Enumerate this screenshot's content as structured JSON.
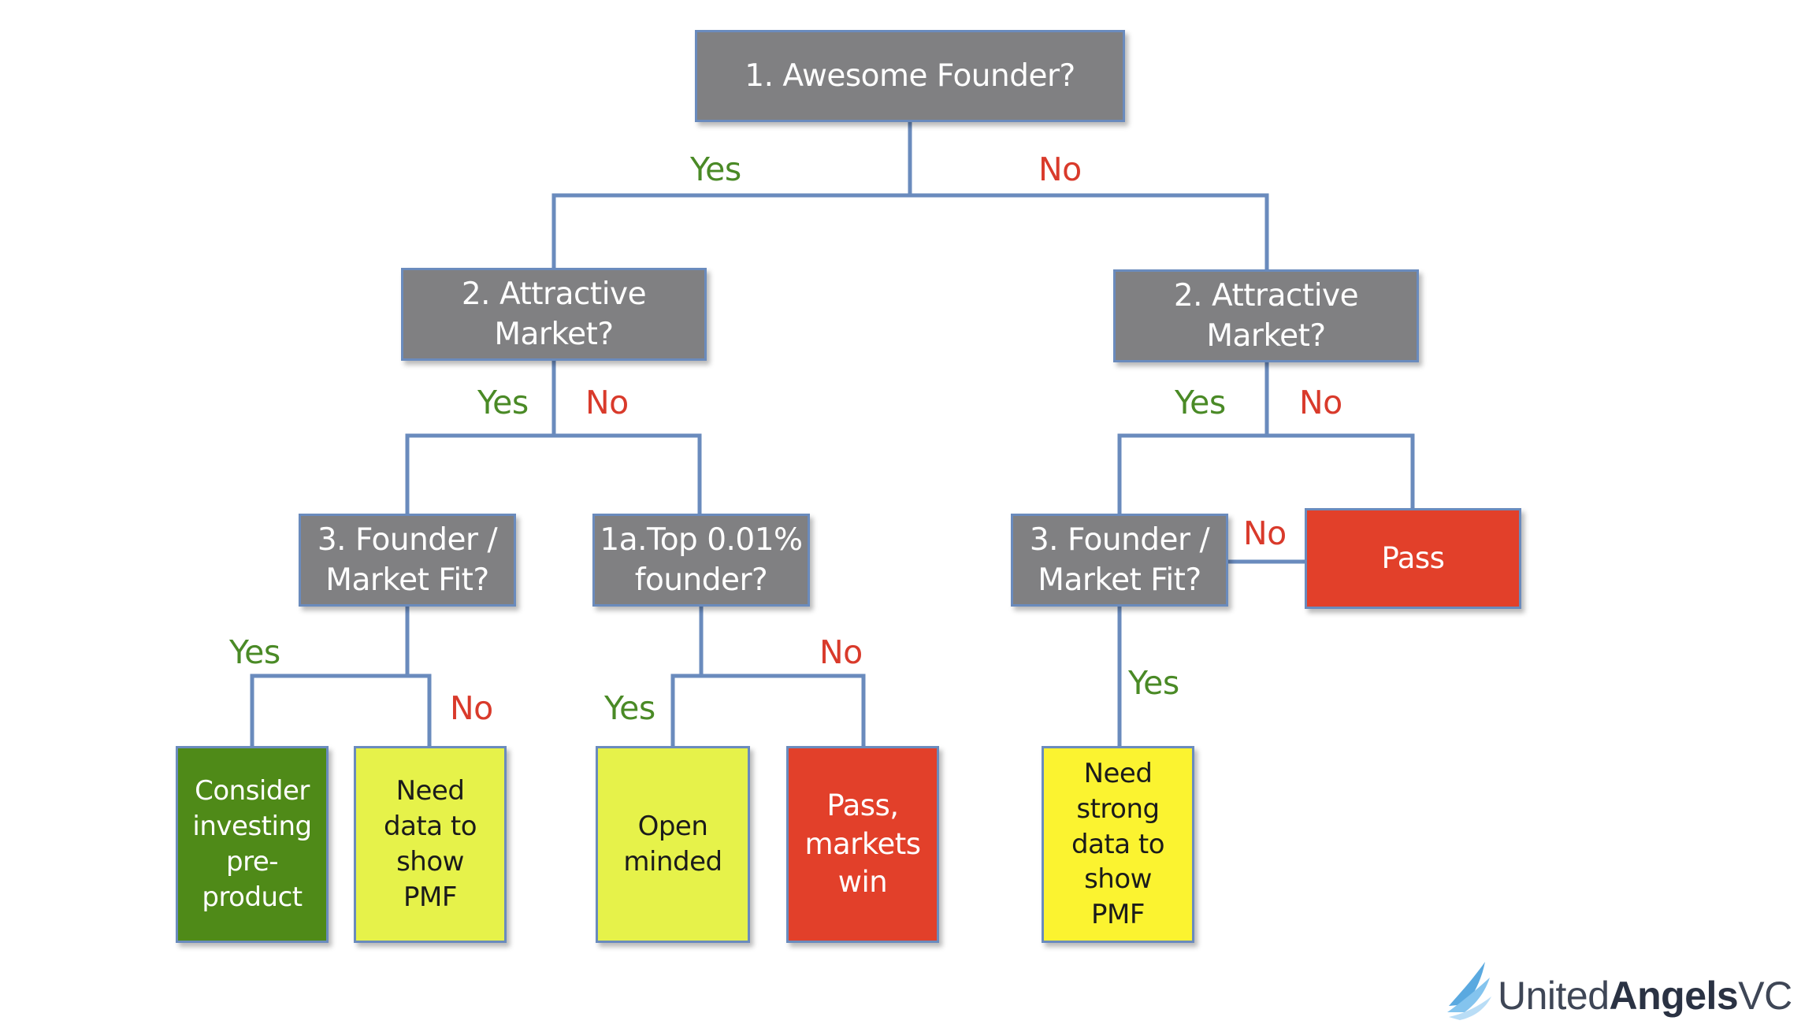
{
  "nodes": {
    "root": "1. Awesome Founder?",
    "market_left": "2. Attractive\nMarket?",
    "market_right": "2. Attractive\nMarket?",
    "fit_left": "3. Founder /\nMarket Fit?",
    "top_founder": "1a.Top 0.01%\nfounder?",
    "fit_right": "3. Founder /\nMarket Fit?",
    "pass_top": "Pass",
    "consider": "Consider\ninvesting\npre-\nproduct",
    "need_data": "Need\ndata to\nshow\nPMF",
    "open_minded": "Open\nminded",
    "pass_markets": "Pass,\nmarkets\nwin",
    "need_strong": "Need\nstrong\ndata to\nshow\nPMF"
  },
  "labels": {
    "root_yes": "Yes",
    "root_no": "No",
    "ml_yes": "Yes",
    "ml_no": "No",
    "mr_yes": "Yes",
    "mr_no": "No",
    "fr_no": "No",
    "fl_yes": "Yes",
    "fl_no": "No",
    "tf_yes": "Yes",
    "tf_no": "No",
    "fr_yes": "Yes"
  },
  "logo": {
    "brand_light": "United",
    "brand_bold": "Angels",
    "brand_suffix": "VC"
  },
  "colors": {
    "question_box": "#808082",
    "pass": "#e2402a",
    "invest": "#4f8a18",
    "need_data": "#e6f24a",
    "strong_data": "#fbf330",
    "connector": "#6a8bbd",
    "yes_text": "#4a8a26",
    "no_text": "#d93a2b"
  }
}
